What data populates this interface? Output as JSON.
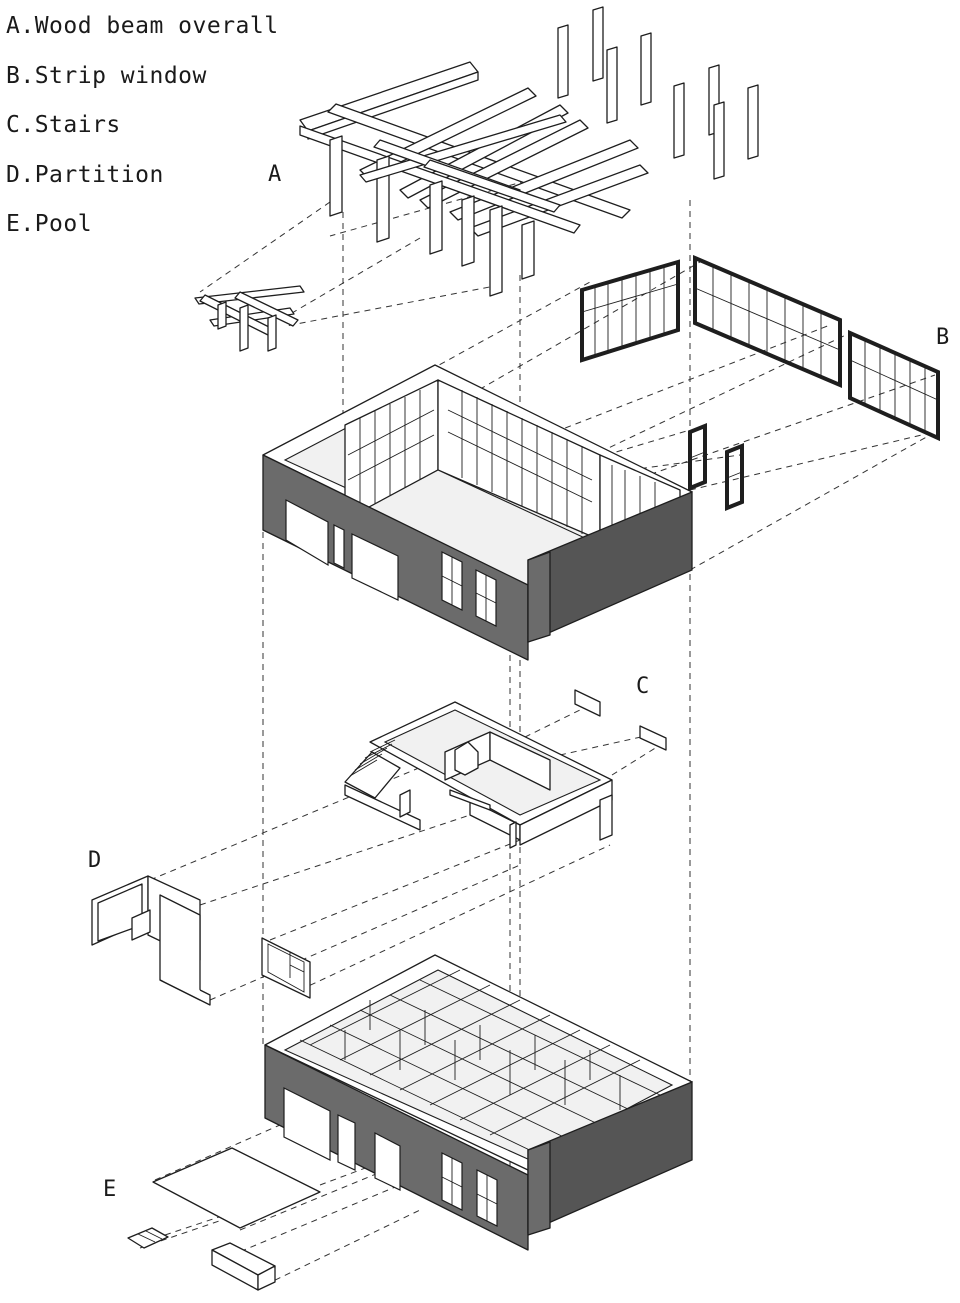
{
  "legend": [
    {
      "letter": "A",
      "text": "A.Wood beam overall"
    },
    {
      "letter": "B",
      "text": "B.Strip window"
    },
    {
      "letter": "C",
      "text": "C.Stairs"
    },
    {
      "letter": "D",
      "text": "D.Partition"
    },
    {
      "letter": "E",
      "text": "E.Pool"
    }
  ],
  "callouts": {
    "a": "A",
    "b": "B",
    "c": "C",
    "d": "D",
    "e": "E"
  }
}
